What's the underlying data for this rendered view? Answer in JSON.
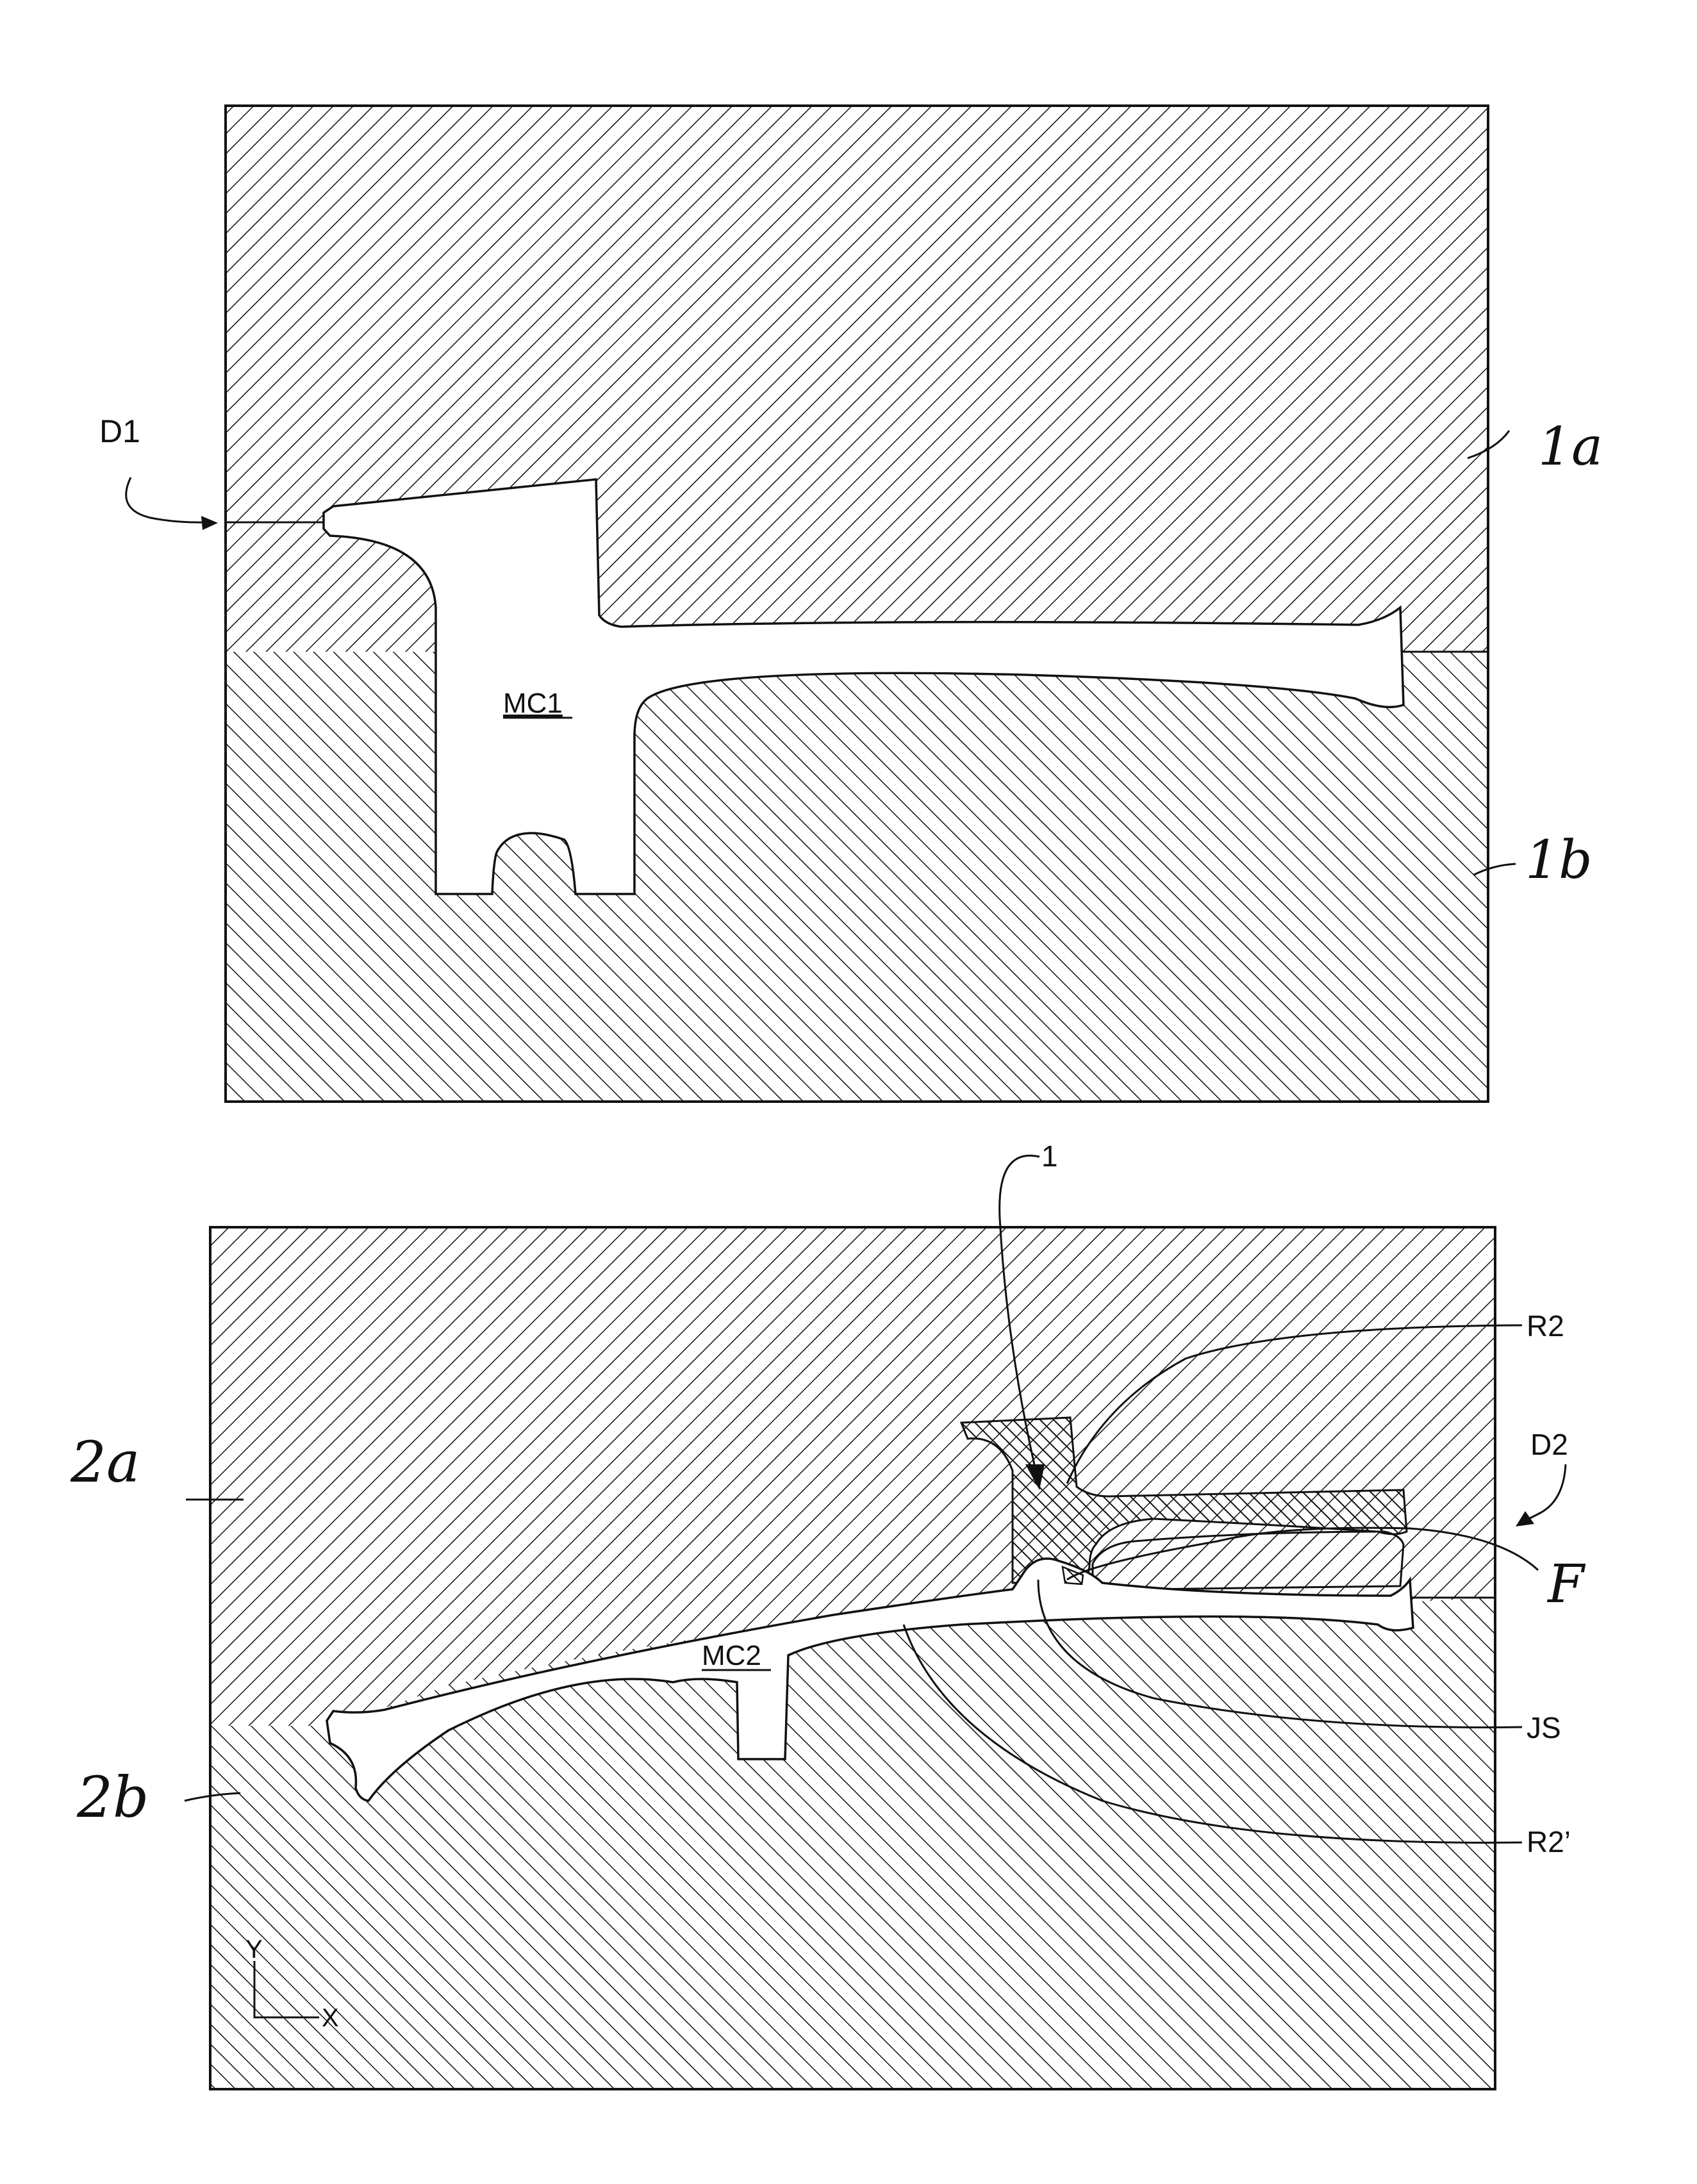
{
  "figure_1": {
    "label_die": "D1",
    "label_upper": "1a",
    "label_lower": "1b",
    "label_cavity": "MC1"
  },
  "figure_2": {
    "label_preform": "1",
    "label_r2": "R2",
    "label_die": "D2",
    "label_upper": "2a",
    "label_f": "F",
    "label_cavity": "MC2",
    "label_js": "JS",
    "label_lower": "2b",
    "label_r2prime": "R2’",
    "axis_y": "Y",
    "axis_x": "X"
  },
  "colors": {
    "ink": "#111111",
    "paper": "#ffffff"
  }
}
